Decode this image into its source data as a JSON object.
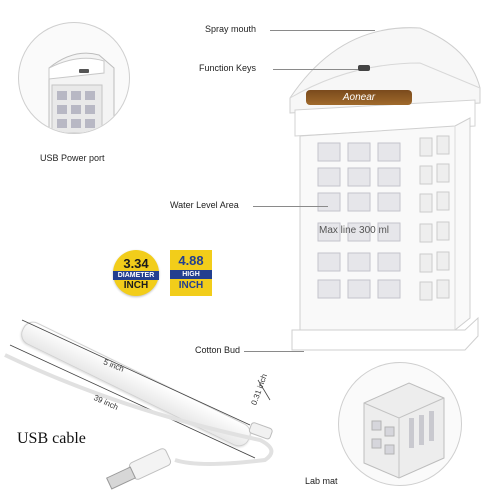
{
  "labels": {
    "spray_mouth": "Spray mouth",
    "function_keys": "Function Keys",
    "usb_power_port": "USB Power port",
    "water_level_area": "Water Level Area",
    "max_line": "Max line 300 ml",
    "cotton_bud": "Cotton Bud",
    "lab_mat": "Lab mat",
    "usb_cable": "USB cable",
    "brand": "Aonear"
  },
  "diameter_badge": {
    "value": "3.34",
    "band": "DIAMETER",
    "unit": "INCH"
  },
  "height_badge": {
    "value": "4.88",
    "band": "HIGH",
    "unit": "INCH"
  },
  "dimensions": {
    "cotton_length": "5 inch",
    "cotton_width": "0.31 inch",
    "cable_length": "39 inch"
  },
  "colors": {
    "badge_yellow": "#f2cd1a",
    "badge_blue": "#233f8f",
    "brand_brown": "#8a5a24"
  }
}
